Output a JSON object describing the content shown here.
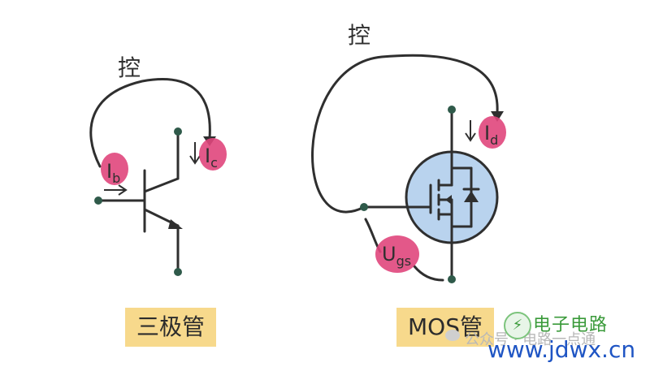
{
  "left": {
    "control_label": "控",
    "base_current": {
      "main": "I",
      "sub": "b"
    },
    "collector_current": {
      "main": "I",
      "sub": "c"
    },
    "caption": "三极管"
  },
  "right": {
    "control_label": "控",
    "drain_current": {
      "main": "I",
      "sub": "d"
    },
    "voltage": {
      "main": "U",
      "sub": "gs"
    },
    "caption": "MOS管"
  },
  "watermark": {
    "cn_name": "电子电路",
    "faint_text": "公众号 · 电路一点通",
    "url": "www.jdwx.cn"
  },
  "colors": {
    "line": "#2f2f2f",
    "terminal": "#2f5a4a",
    "blob": "#e0467c",
    "mos_circle": "#b9d3ee",
    "caption_bg": "#f7d98c",
    "url": "#1f55c4",
    "logo": "#3a9a3a"
  }
}
